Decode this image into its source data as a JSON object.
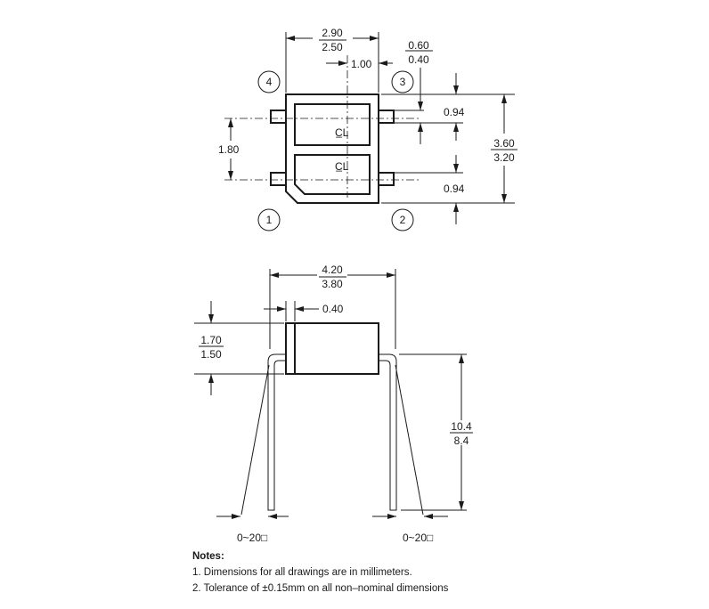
{
  "top_view": {
    "pins": {
      "p1": "1",
      "p2": "2",
      "p3": "3",
      "p4": "4"
    },
    "dims": {
      "width_max": "2.90",
      "width_min": "2.50",
      "pitch_x": "1.00",
      "lead_max": "0.60",
      "lead_min": "0.40",
      "offset_top": "0.94",
      "offset_bottom": "0.94",
      "pitch_y": "1.80",
      "height_max": "3.60",
      "height_min": "3.20"
    },
    "centerline_symbol": "C̲L"
  },
  "side_view": {
    "dims": {
      "width_max": "4.20",
      "width_min": "3.80",
      "band": "0.40",
      "body_max": "1.70",
      "body_min": "1.50",
      "lead_max": "10.4",
      "lead_min": "8.4",
      "angle_left": "0~20□",
      "angle_right": "0~20□"
    }
  },
  "notes": {
    "title": "Notes:",
    "items": [
      "1. Dimensions for all drawings are in millimeters.",
      "2. Tolerance of ±0.15mm on all non–nominal dimensions"
    ]
  }
}
